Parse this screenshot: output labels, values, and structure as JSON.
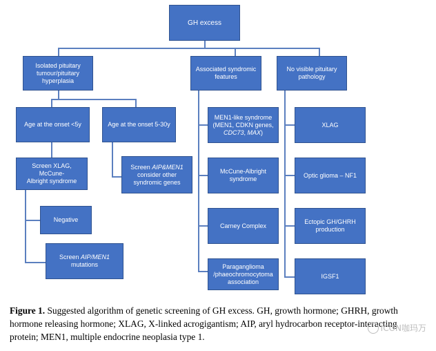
{
  "diagram": {
    "root": "GH excess",
    "level1": {
      "isolated": [
        "Isolated pituitary",
        "tumour/pituitary",
        "hyperplasia"
      ],
      "associated": [
        "Associated syndromic",
        "features"
      ],
      "no_visible": [
        "No visible pituitary",
        "pathology"
      ]
    },
    "isolated_branch": {
      "age_lt5": "Age at the onset <5y",
      "age_5_30": "Age at the onset 5-30y",
      "screen_xlag": [
        "Screen XLAG, McCune-",
        "Albright syndrome"
      ],
      "screen_aip_consider": {
        "prefix": "Screen ",
        "italic": "AIP&MEN1",
        "rest": [
          "consider other",
          "syndromic genes"
        ]
      },
      "negative": "Negative",
      "screen_aip_mutations": {
        "prefix": "Screen ",
        "italic": "AIP/MEN1",
        "rest": "mutations"
      }
    },
    "associated_branch": {
      "men1_like": {
        "line1": "MEN1-like syndrome",
        "line2": "(MEN1, CDKN genes,",
        "line3_italic_a": "CDC73",
        "line3_sep": ", ",
        "line3_italic_b": "MAX",
        "line3_end": ")"
      },
      "mccune": [
        "McCune-Albright",
        "syndrome"
      ],
      "carney": "Carney Complex",
      "paraganglioma": [
        "Paraganglioma",
        "/phaeochromocytoma",
        "association"
      ]
    },
    "no_visible_branch": {
      "xlag": "XLAG",
      "optic": "Optic glioma – NF1",
      "ectopic": [
        "Ectopic GH/GHRH",
        "production"
      ],
      "igsf1": "IGSF1"
    }
  },
  "caption": {
    "label": "Figure 1.",
    "text": "Suggested algorithm of genetic screening of GH excess. GH, growth hormone; GHRH, growth hormone releasing hormone; XLAG, X-linked acrogigantism; AIP, aryl hydrocarbon receptor-interacting protein; MEN1, multiple endocrine neoplasia type 1."
  },
  "watermark": "ICON咖玛万",
  "colors": {
    "box_fill": "#4472c4",
    "box_border": "#2f528f",
    "connector": "#5b7fbf"
  }
}
